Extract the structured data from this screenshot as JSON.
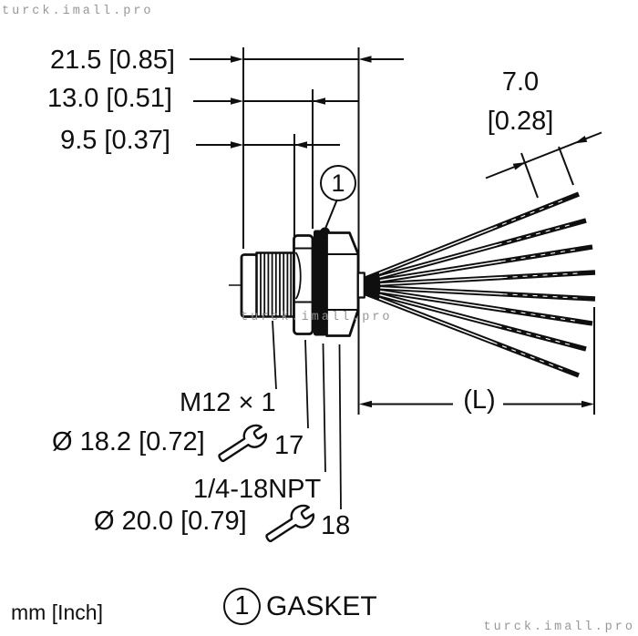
{
  "dimensions": {
    "overall_length": "21.5 [0.85]",
    "length_to_gasket": "13.0 [0.51]",
    "thread_length": "9.5 [0.37]",
    "wire_diameter_mm": "7.0",
    "wire_diameter_inch": "[0.28]",
    "cable_length": "(L)"
  },
  "callout": {
    "number": "1"
  },
  "labels": {
    "front_thread": "M12 × 1",
    "front_hex_diameter": "Ø 18.2 [0.72]",
    "front_wrench_size": "17",
    "rear_thread": "1/4-18NPT",
    "rear_hex_diameter": "Ø 20.0 [0.79]",
    "rear_wrench_size": "18"
  },
  "legend": {
    "units": "mm [Inch]",
    "gasket_number": "1",
    "gasket_label": "GASKET"
  },
  "watermarks": {
    "top_left": "turck.imall.pro",
    "center": "turck.imall.pro",
    "bottom_right": "turck.imall.pro"
  }
}
